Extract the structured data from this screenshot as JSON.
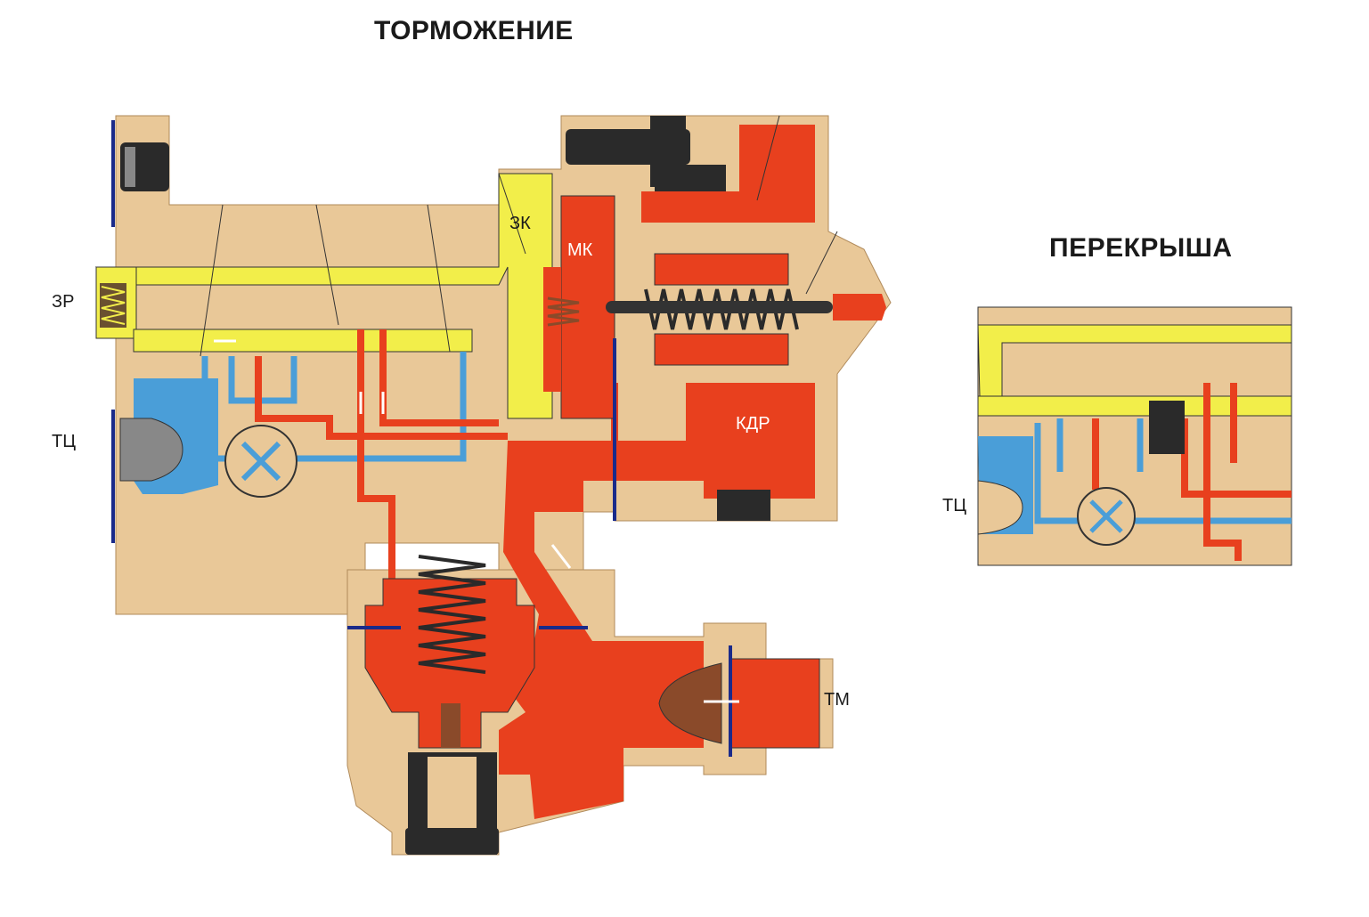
{
  "titles": {
    "braking": "ТОРМОЖЕНИЕ",
    "overlap": "ПЕРЕКРЫША"
  },
  "labels": {
    "zr": "ЗР",
    "tc": "ТЦ",
    "zk": "ЗК",
    "mk": "МК",
    "kdr": "КДР",
    "tm": "ТМ",
    "tc_overlap": "ТЦ"
  },
  "colors": {
    "body": "#e9c898",
    "pressure_red": "#e8401e",
    "cylinder_blue": "#4a9ed8",
    "reservoir_yellow": "#f2ee4a",
    "steel_dark": "#2a2a2a",
    "seal_navy": "#1a2a8a",
    "spring_brown": "#8a4a2a"
  }
}
